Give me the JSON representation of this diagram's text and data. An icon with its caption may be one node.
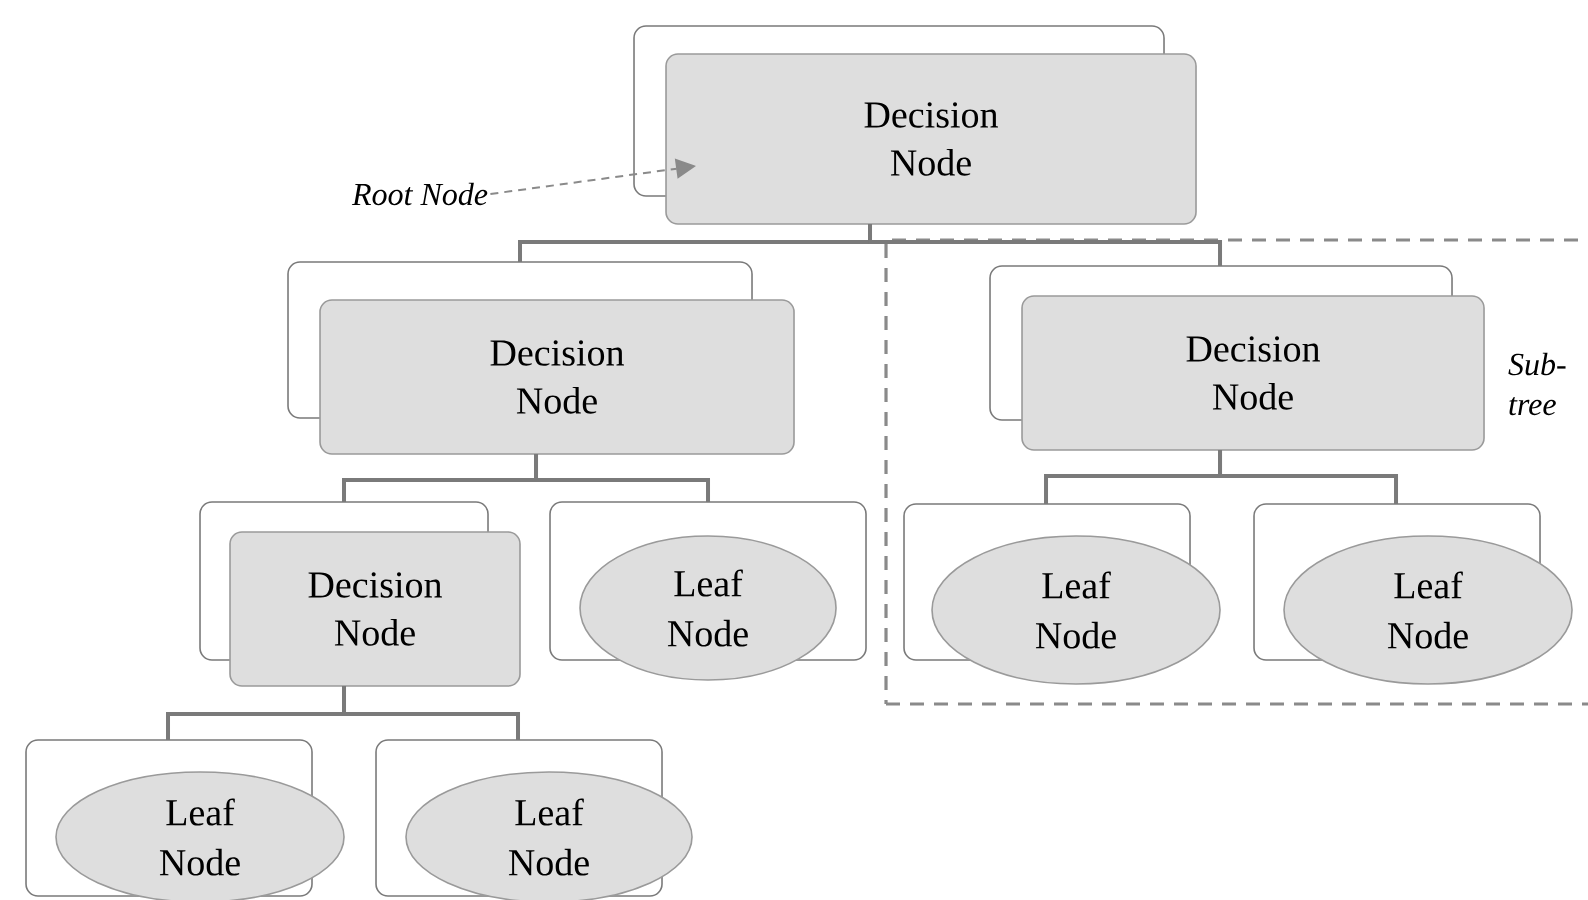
{
  "diagram": {
    "nodes": [
      {
        "text": [
          "Decision Node"
        ]
      },
      {
        "text": [
          "Root Node"
        ]
      },
      {
        "text": [
          "Decision Node"
        ]
      },
      {
        "text": [
          "Sub-tree"
        ]
      },
      {
        "text": [
          "Decision Node"
        ],
        "in": 3
      },
      {
        "text": [
          "Decision Node"
        ]
      },
      {
        "text": [
          "Leaf Node"
        ]
      },
      {
        "text": [
          "Leaf Node"
        ],
        "in": 3
      },
      {
        "text": [
          "Leaf Node"
        ],
        "in": 3
      },
      {
        "text": [
          "Leaf Node"
        ]
      },
      {
        "text": [
          "Leaf Node"
        ]
      }
    ],
    "edges": [
      {
        "from": 1,
        "to": 0,
        "arrow": "to",
        "style": "dashed"
      },
      {
        "from": 0,
        "to": 2,
        "arrow": "none"
      },
      {
        "from": 0,
        "to": 4,
        "arrow": "none"
      },
      {
        "from": 2,
        "to": 5,
        "arrow": "none"
      },
      {
        "from": 2,
        "to": 6,
        "arrow": "none"
      },
      {
        "from": 4,
        "to": 7,
        "arrow": "none"
      },
      {
        "from": 4,
        "to": 8,
        "arrow": "none"
      },
      {
        "from": 5,
        "to": 9,
        "arrow": "none"
      },
      {
        "from": 5,
        "to": 10,
        "arrow": "none"
      }
    ]
  }
}
